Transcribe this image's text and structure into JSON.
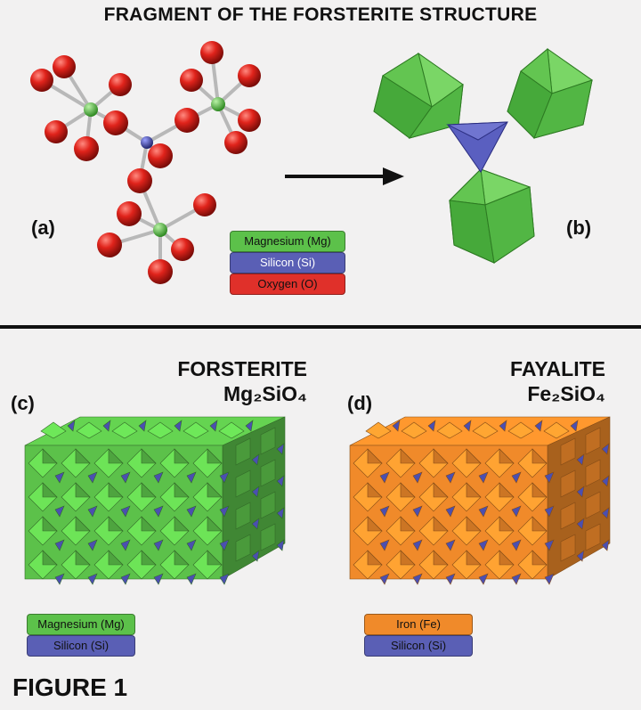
{
  "title": "FRAGMENT OF THE FORSTERITE STRUCTURE",
  "panels": {
    "a": "(a)",
    "b": "(b)",
    "c": "(c)",
    "d": "(d)"
  },
  "legend_top": [
    {
      "label": "Magnesium (Mg)",
      "color": "#5cc14a"
    },
    {
      "label": "Silicon (Si)",
      "color": "#5a5fb5"
    },
    {
      "label": "Oxygen (O)",
      "color": "#e0302a"
    }
  ],
  "forsterite": {
    "name": "FORSTERITE",
    "formula": "Mg₂SiO₄"
  },
  "fayalite": {
    "name": "FAYALITE",
    "formula": "Fe₂SiO₄"
  },
  "legend_forsterite": [
    {
      "label": "Magnesium (Mg)",
      "color": "#5cc14a"
    },
    {
      "label": "Silicon (Si)",
      "color": "#5a5fb5"
    }
  ],
  "legend_fayalite": [
    {
      "label": "Iron (Fe)",
      "color": "#f08a2a"
    },
    {
      "label": "Silicon (Si)",
      "color": "#5a5fb5"
    }
  ],
  "figure_label": "FIGURE 1",
  "colors": {
    "magnesium": "#5cc14a",
    "silicon": "#4b4fb0",
    "oxygen": "#d8221c",
    "iron": "#f08a2a"
  }
}
